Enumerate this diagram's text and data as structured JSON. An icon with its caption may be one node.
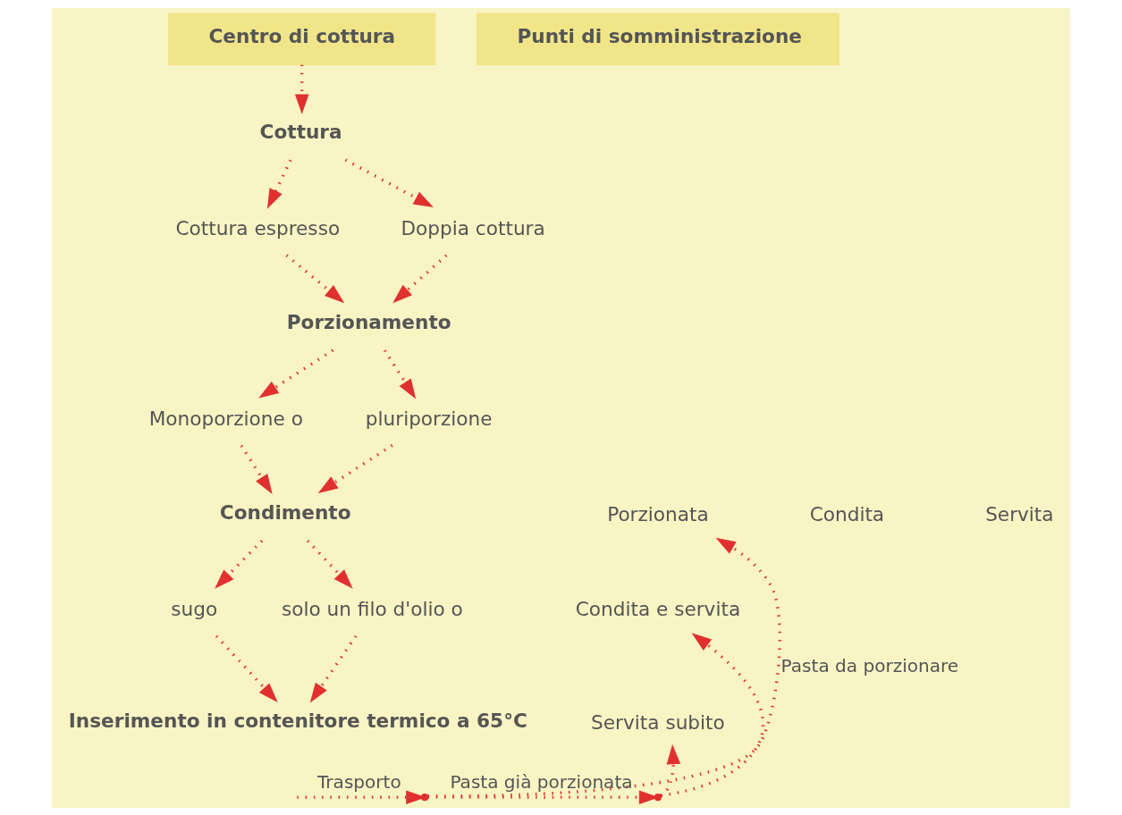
{
  "diagram": {
    "nodes": [
      {
        "text": [
          "Centro di cottura"
        ]
      },
      {
        "text": [
          "Cottura"
        ]
      },
      {
        "text": [
          "Cottura espresso"
        ]
      },
      {
        "text": [
          "Doppia cottura"
        ]
      },
      {
        "text": [
          "Porzionamento"
        ]
      },
      {
        "text": [
          "Monoporzione o"
        ]
      },
      {
        "text": [
          "pluriporzione"
        ]
      },
      {
        "text": [
          "Condimento"
        ]
      },
      {
        "text": [
          "solo un filo d'olio o"
        ]
      },
      {
        "text": [
          "sugo"
        ]
      },
      {
        "text": [
          "Inserimento in contenitore termico a 65°C"
        ]
      },
      {
        "text": [
          "Punti di somministrazione"
        ]
      },
      {
        "text": [
          "Porzionata"
        ]
      },
      {
        "text": [
          "Condita"
        ]
      },
      {
        "text": [
          "Servita"
        ]
      },
      {
        "text": [
          "Condita e servita"
        ]
      },
      {
        "text": [
          "Servita subito"
        ]
      },
      {
        "text": [],
        "shape": "point"
      },
      {
        "text": [],
        "shape": "point"
      }
    ],
    "edges": [
      {
        "from": 0,
        "to": 1,
        "arrow": "to"
      },
      {
        "from": 1,
        "to": 2,
        "arrow": "to"
      },
      {
        "from": 1,
        "to": 3,
        "arrow": "to"
      },
      {
        "from": 2,
        "to": 4,
        "arrow": "to"
      },
      {
        "from": 3,
        "to": 4,
        "arrow": "to"
      },
      {
        "from": 4,
        "to": 5,
        "arrow": "to"
      },
      {
        "from": 4,
        "to": 6,
        "arrow": "to"
      },
      {
        "from": 5,
        "to": 7,
        "arrow": "to"
      },
      {
        "from": 6,
        "to": 7,
        "arrow": "to"
      },
      {
        "from": 7,
        "to": 8,
        "arrow": "to"
      },
      {
        "from": 7,
        "to": 9,
        "arrow": "to"
      },
      {
        "from": 8,
        "to": 10,
        "arrow": "to"
      },
      {
        "from": 9,
        "to": 10,
        "arrow": "to"
      },
      {
        "from": null,
        "to": 17,
        "arrow": "to",
        "label": "Trasporto"
      },
      {
        "from": 17,
        "to": 12,
        "arrow": "to",
        "label": "Pasta da porzionare"
      },
      {
        "from": 17,
        "to": 18,
        "arrow": "to",
        "label": "Pasta già porzionata"
      },
      {
        "from": 18,
        "to": 15,
        "arrow": "to"
      },
      {
        "from": 18,
        "to": 16,
        "arrow": "to"
      }
    ]
  }
}
